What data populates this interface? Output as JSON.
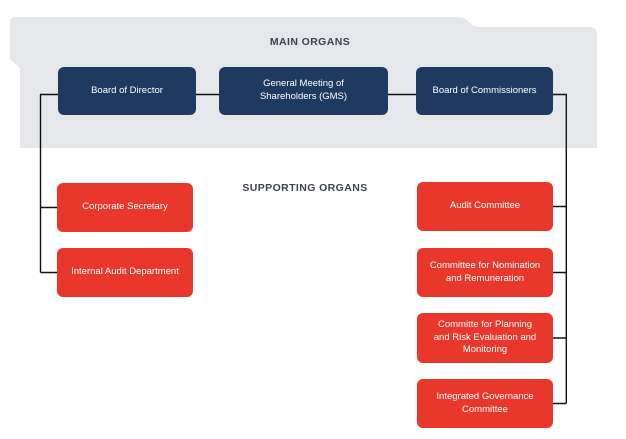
{
  "colors": {
    "navy": "#1e3a60",
    "red": "#e9382b",
    "band": "#e5e7ea",
    "line": "#111111",
    "heading": "#3b4450",
    "boxtext": "#ffffff",
    "background": "#ffffff"
  },
  "headers": {
    "main_organs": "MAIN ORGANS",
    "supporting_organs": "SUPPORTING ORGANS"
  },
  "main_organs": {
    "board_of_director": "Board of Director",
    "general_meeting_of_shareholders": "General Meeting of Shareholders (GMS)",
    "board_of_commissioners": "Board of Commissioners"
  },
  "supporting_organs": {
    "left": {
      "corporate_secretary": "Corporate Secretary",
      "internal_audit_department": "Internal Audit Department"
    },
    "right": {
      "audit_committee": "Audit Committee",
      "committee_for_nomination_and_remuneration": "Committee for Nomination and Remuneration",
      "committe_for_planning_and_risk_evaluation_and_monitoring": "Committe for Planning and Risk Evaluation and Monitoring",
      "integrated_governance_committee": "Integrated Governance Committee"
    }
  }
}
